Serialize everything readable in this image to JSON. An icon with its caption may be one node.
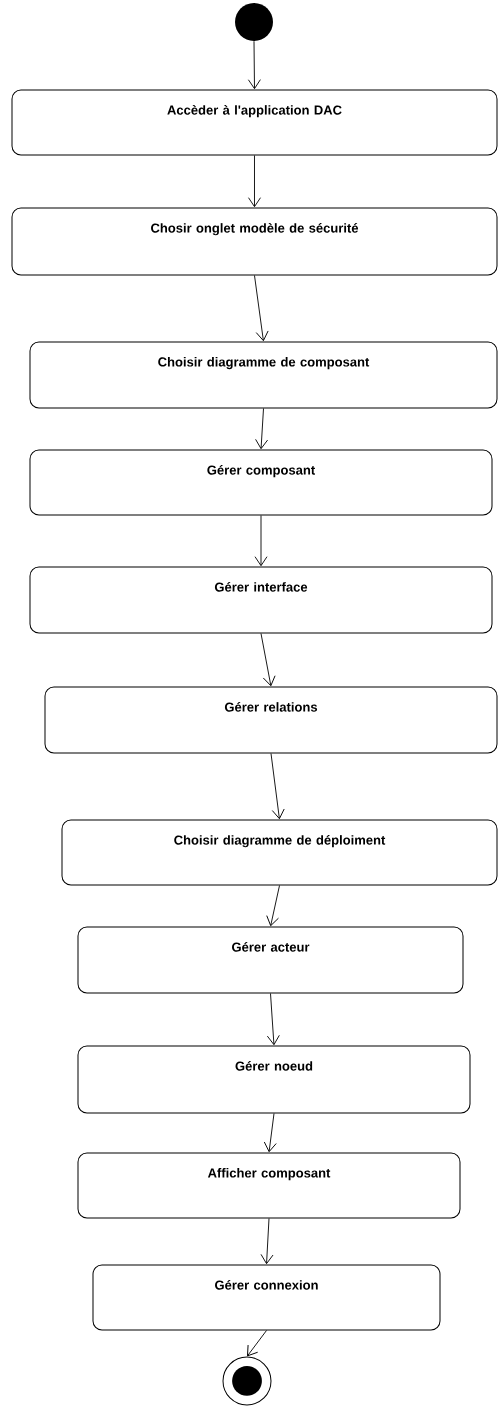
{
  "diagram": {
    "nodes": [
      {
        "text": [],
        "shape": "circle"
      },
      {
        "text": [
          "Accèder à l'application DAC"
        ]
      },
      {
        "text": [
          "Chosir onglet modèle de sécurité"
        ]
      },
      {
        "text": [
          "Choisir diagramme de composant"
        ]
      },
      {
        "text": [
          "Gérer composant"
        ]
      },
      {
        "text": [
          "Gérer interface"
        ]
      },
      {
        "text": [
          "Gérer relations"
        ]
      },
      {
        "text": [
          "Choisir diagramme de déploiment"
        ]
      },
      {
        "text": [
          "Gérer acteur"
        ]
      },
      {
        "text": [
          "Gérer noeud"
        ]
      },
      {
        "text": [
          "Afficher composant"
        ]
      },
      {
        "text": [
          "Gérer connexion"
        ]
      },
      {
        "text": [],
        "shape": "bullseye"
      }
    ],
    "edges": [
      {
        "from": 0,
        "to": 1,
        "arrow": "to"
      },
      {
        "from": 1,
        "to": 2,
        "arrow": "to"
      },
      {
        "from": 2,
        "to": 3,
        "arrow": "to"
      },
      {
        "from": 3,
        "to": 4,
        "arrow": "to"
      },
      {
        "from": 4,
        "to": 5,
        "arrow": "to"
      },
      {
        "from": 5,
        "to": 6,
        "arrow": "to"
      },
      {
        "from": 6,
        "to": 7,
        "arrow": "to"
      },
      {
        "from": 7,
        "to": 8,
        "arrow": "to"
      },
      {
        "from": 8,
        "to": 9,
        "arrow": "to"
      },
      {
        "from": 9,
        "to": 10,
        "arrow": "to"
      },
      {
        "from": 10,
        "to": 11,
        "arrow": "to"
      },
      {
        "from": 11,
        "to": 12,
        "arrow": "to"
      }
    ]
  }
}
